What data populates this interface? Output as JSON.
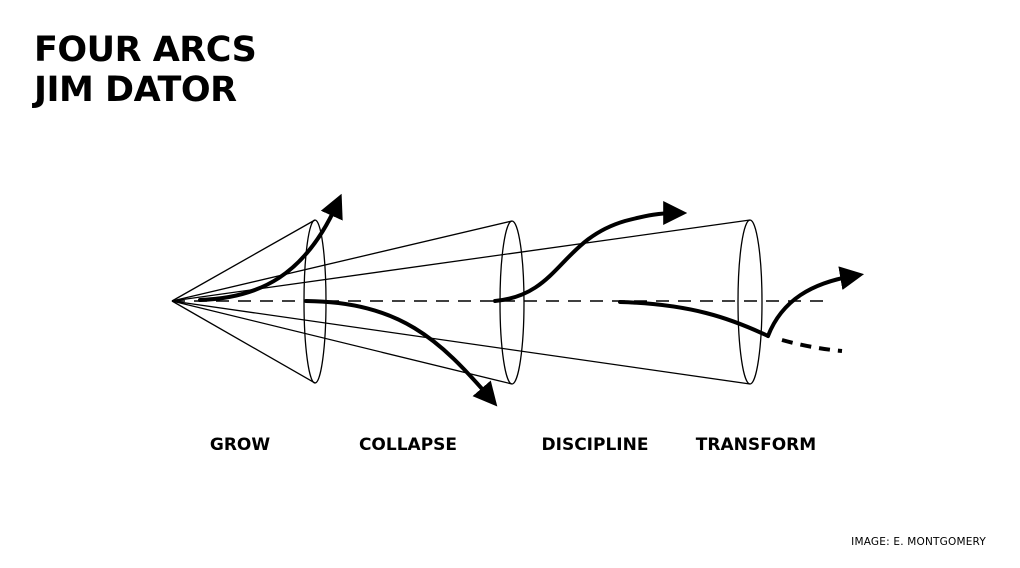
{
  "title": {
    "line1": "FOUR ARCS",
    "line2": "JIM DATOR"
  },
  "arcs": [
    {
      "id": "grow",
      "label": "GROW"
    },
    {
      "id": "collapse",
      "label": "COLLAPSE"
    },
    {
      "id": "discipline",
      "label": "DISCIPLINE"
    },
    {
      "id": "transform",
      "label": "TRANSFORM"
    }
  ],
  "credit": "IMAGE: E. MONTGOMERY",
  "colors": {
    "ink": "#000000",
    "background": "#ffffff"
  }
}
